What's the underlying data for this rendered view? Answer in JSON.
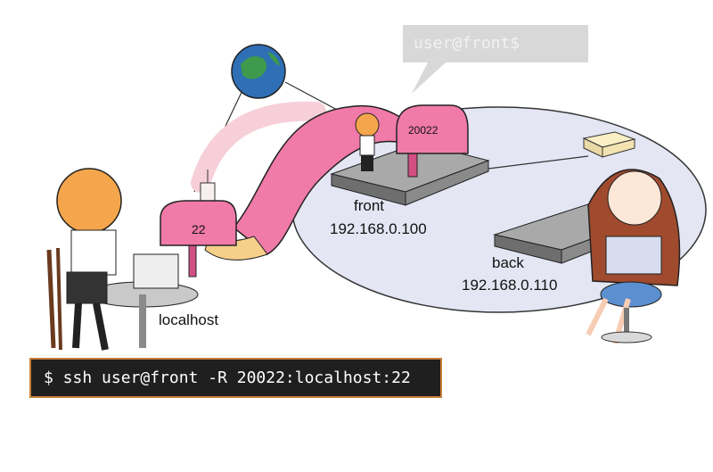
{
  "speech_bubble": {
    "text": "user@front$"
  },
  "front_server": {
    "name": "front",
    "ip": "192.168.0.100",
    "mailbox_port": "20022"
  },
  "back_server": {
    "name": "back",
    "ip": "192.168.0.110"
  },
  "local_machine": {
    "name": "localhost",
    "mailbox_port": "22"
  },
  "command": {
    "text": "$ ssh user@front -R 20022:localhost:22"
  },
  "colors": {
    "tunnel": "#f07aa8",
    "network_ellipse": "#e4e6f4",
    "terminal_bg": "#1f1f1f",
    "terminal_border": "#c97e3a"
  }
}
